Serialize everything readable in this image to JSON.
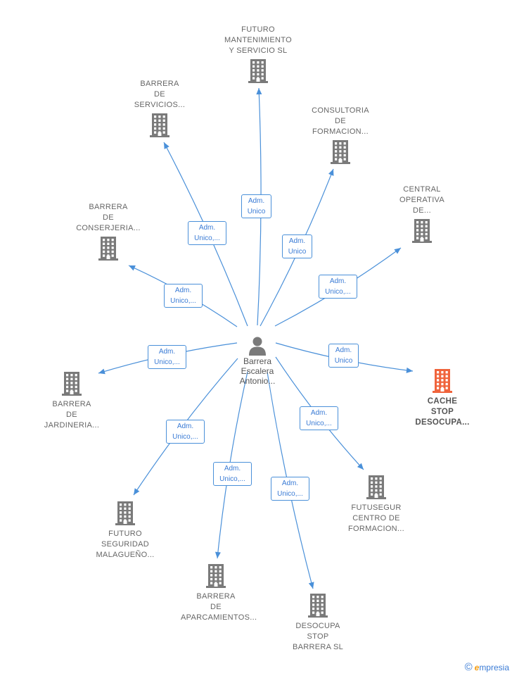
{
  "center_person": {
    "name_lines": [
      "Barrera",
      "Escalera",
      "Antonio..."
    ]
  },
  "companies": [
    {
      "id": "futuro-mantenimiento",
      "lines": [
        "FUTURO",
        "MANTENIMIENTO",
        "Y SERVICIO  SL"
      ],
      "highlight": false
    },
    {
      "id": "barrera-servicios",
      "lines": [
        "BARRERA",
        "DE",
        "SERVICIOS..."
      ],
      "highlight": false
    },
    {
      "id": "consultoria-formacion",
      "lines": [
        "CONSULTORIA",
        "DE",
        "FORMACION..."
      ],
      "highlight": false
    },
    {
      "id": "central-operativa",
      "lines": [
        "CENTRAL",
        "OPERATIVA",
        "DE..."
      ],
      "highlight": false
    },
    {
      "id": "barrera-conserjeria",
      "lines": [
        "BARRERA",
        "DE",
        "CONSERJERIA..."
      ],
      "highlight": false
    },
    {
      "id": "barrera-jardineria",
      "lines": [
        "BARRERA",
        "DE",
        "JARDINERIA..."
      ],
      "highlight": false
    },
    {
      "id": "cache-stop",
      "lines": [
        "CACHE",
        "STOP",
        "DESOCUPA..."
      ],
      "highlight": true
    },
    {
      "id": "futusegur",
      "lines": [
        "FUTUSEGUR",
        "CENTRO DE",
        "FORMACION..."
      ],
      "highlight": false
    },
    {
      "id": "futuro-seguridad",
      "lines": [
        "FUTURO",
        "SEGURIDAD",
        "MALAGUEÑO..."
      ],
      "highlight": false
    },
    {
      "id": "barrera-aparcamientos",
      "lines": [
        "BARRERA",
        "DE",
        "APARCAMIENTOS..."
      ],
      "highlight": false
    },
    {
      "id": "desocupa-stop",
      "lines": [
        "DESOCUPA",
        "STOP",
        "BARRERA  SL"
      ],
      "highlight": false
    }
  ],
  "edge_labels": [
    {
      "id": "futuro-mantenimiento",
      "lines": [
        "Adm.",
        "Unico"
      ]
    },
    {
      "id": "barrera-servicios",
      "lines": [
        "Adm.",
        "Unico,..."
      ]
    },
    {
      "id": "consultoria-formacion",
      "lines": [
        "Adm.",
        "Unico"
      ]
    },
    {
      "id": "central-operativa",
      "lines": [
        "Adm.",
        "Unico,..."
      ]
    },
    {
      "id": "barrera-conserjeria",
      "lines": [
        "Adm.",
        "Unico,..."
      ]
    },
    {
      "id": "barrera-jardineria",
      "lines": [
        "Adm.",
        "Unico,..."
      ]
    },
    {
      "id": "cache-stop",
      "lines": [
        "Adm.",
        "Unico"
      ]
    },
    {
      "id": "futusegur",
      "lines": [
        "Adm.",
        "Unico,..."
      ]
    },
    {
      "id": "futuro-seguridad",
      "lines": [
        "Adm.",
        "Unico,..."
      ]
    },
    {
      "id": "barrera-aparcamientos",
      "lines": [
        "Adm.",
        "Unico,..."
      ]
    },
    {
      "id": "desocupa-stop",
      "lines": [
        "Adm.",
        "Unico,..."
      ]
    }
  ],
  "colors": {
    "edge": "#4a90d9",
    "building": "#7a7a7a",
    "building_highlight": "#f0643c",
    "person": "#7a7a7a"
  },
  "footer": {
    "copyright_symbol": "©",
    "brand_initial": "e",
    "brand_rest": "mpresia"
  }
}
